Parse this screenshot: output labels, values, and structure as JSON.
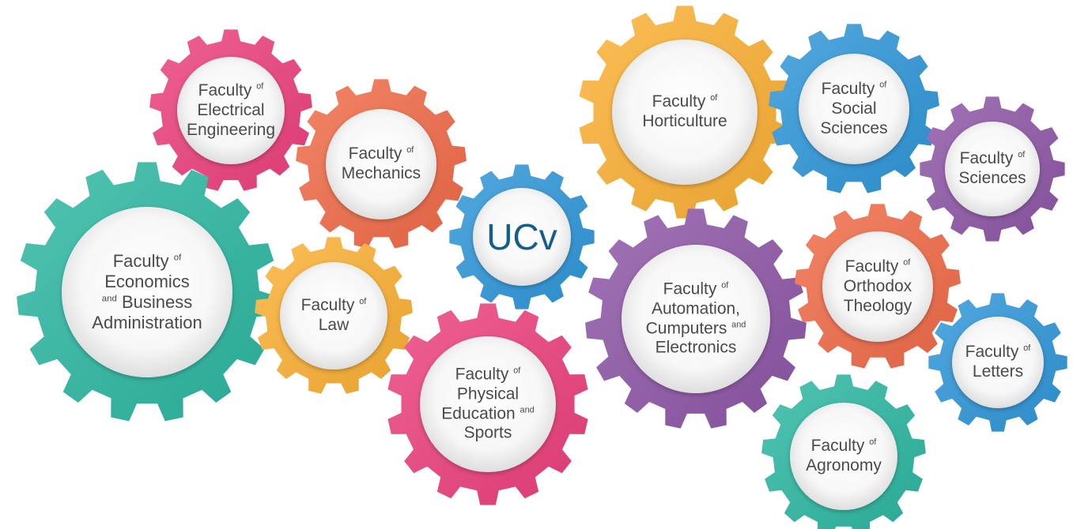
{
  "diagram": {
    "center": {
      "label": "UCv",
      "color": "#2e96d8"
    },
    "gears": [
      {
        "id": "electrical-engineering",
        "color": "#ec3f7c",
        "lines": [
          [
            "Faculty",
            "of"
          ],
          [
            "Electrical"
          ],
          [
            "Engineering"
          ]
        ]
      },
      {
        "id": "mechanics",
        "color": "#f06a47",
        "lines": [
          [
            "Faculty",
            "of"
          ],
          [
            "Mechanics"
          ]
        ]
      },
      {
        "id": "economics-business",
        "color": "#2bb7a1",
        "lines": [
          [
            "Faculty",
            "of"
          ],
          [
            "Economics"
          ],
          [
            "and",
            "Business"
          ],
          [
            "Administration"
          ]
        ]
      },
      {
        "id": "law",
        "color": "#fbb033",
        "lines": [
          [
            "Faculty",
            "of"
          ],
          [
            "Law"
          ]
        ]
      },
      {
        "id": "physical-education",
        "color": "#ec3f7c",
        "lines": [
          [
            "Faculty",
            "of"
          ],
          [
            "Physical"
          ],
          [
            "Education",
            "and"
          ],
          [
            "Sports"
          ]
        ]
      },
      {
        "id": "horticulture",
        "color": "#fbb033",
        "lines": [
          [
            "Faculty",
            "of"
          ],
          [
            "Horticulture"
          ]
        ]
      },
      {
        "id": "social-sciences",
        "color": "#2e96d8",
        "lines": [
          [
            "Faculty",
            "of"
          ],
          [
            "Social"
          ],
          [
            "Sciences"
          ]
        ]
      },
      {
        "id": "sciences",
        "color": "#8d56a6",
        "lines": [
          [
            "Faculty",
            "of"
          ],
          [
            "Sciences"
          ]
        ]
      },
      {
        "id": "automation",
        "color": "#8d56a6",
        "lines": [
          [
            "Faculty",
            "of"
          ],
          [
            "Automation,"
          ],
          [
            "Cumputers",
            "and"
          ],
          [
            "Electronics"
          ]
        ]
      },
      {
        "id": "orthodox-theology",
        "color": "#f06a47",
        "lines": [
          [
            "Faculty",
            "of"
          ],
          [
            "Orthodox"
          ],
          [
            "Theology"
          ]
        ]
      },
      {
        "id": "letters",
        "color": "#2e96d8",
        "lines": [
          [
            "Faculty",
            "of"
          ],
          [
            "Letters"
          ]
        ]
      },
      {
        "id": "agronomy",
        "color": "#2bb7a1",
        "lines": [
          [
            "Faculty",
            "of"
          ],
          [
            "Agronomy"
          ]
        ]
      }
    ]
  }
}
